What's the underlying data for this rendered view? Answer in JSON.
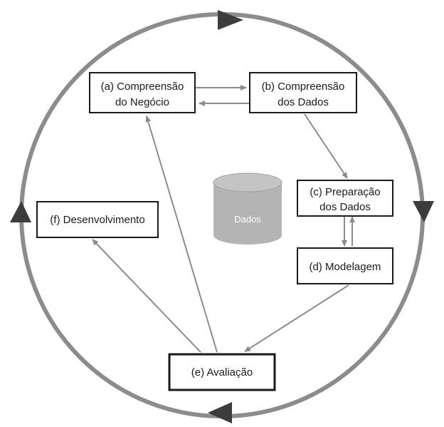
{
  "diagram": {
    "nodes": {
      "business_understanding": {
        "line1": "(a) Compreensão",
        "line2": "do Negócio"
      },
      "data_understanding": {
        "line1": "(b) Compreensão",
        "line2": "dos Dados"
      },
      "data_preparation": {
        "line1": "(c) Preparação",
        "line2": "dos Dados"
      },
      "modeling": {
        "label": "(d) Modelagem"
      },
      "evaluation": {
        "label": "(e) Avaliação"
      },
      "deployment": {
        "label": "(f) Desenvolvimento"
      }
    },
    "data_store": {
      "label": "Dados"
    },
    "colors": {
      "arrow": "#8c8c8c",
      "cycle": "#8c8c8c",
      "cycle_arrowhead": "#3c3c3c",
      "database": "#b4b4b4",
      "box_border": "#1a1a1a"
    }
  }
}
